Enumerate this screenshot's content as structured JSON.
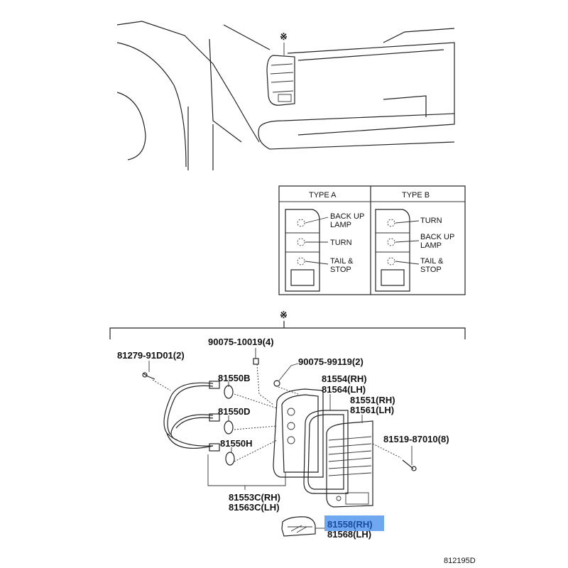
{
  "diagram": {
    "reference_mark": "※",
    "type_table": {
      "type_a": {
        "title": "TYPE A",
        "labels": [
          "BACK UP",
          "LAMP",
          "TURN",
          "TAIL &",
          "STOP"
        ]
      },
      "type_b": {
        "title": "TYPE B",
        "labels": [
          "TURN",
          "BACK UP",
          "LAMP",
          "TAIL &",
          "STOP"
        ]
      }
    },
    "parts": {
      "p1": "90075-10019(4)",
      "p2": "81279-91D01(2)",
      "p3": "90075-99119(2)",
      "p4": "81550B",
      "p5a": "81554(RH)",
      "p5b": "81564(LH)",
      "p6a": "81551(RH)",
      "p6b": "81561(LH)",
      "p7": "81550D",
      "p8": "81519-87010(8)",
      "p9": "81550H",
      "p10a": "81553C(RH)",
      "p10b": "81563C(LH)",
      "p11a": "81558(RH)",
      "p11b": "81568(LH)"
    },
    "selected_part": "81558(RH)",
    "highlight_color": "#6fa8f0",
    "diagram_code": "812195D"
  }
}
